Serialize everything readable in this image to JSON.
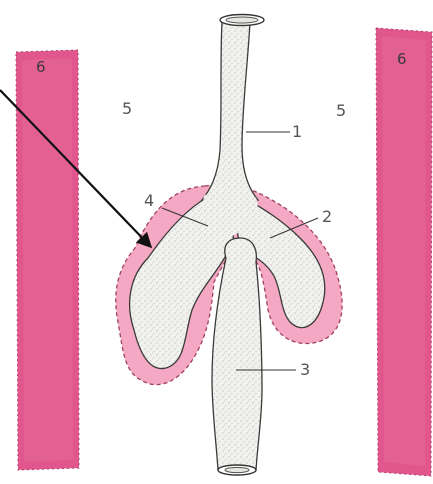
{
  "labels": {
    "tube_1": "1",
    "branch_2": "2",
    "tube_3": "3",
    "branch_4": "4",
    "region_left": "5",
    "region_right": "5",
    "band_left": "6",
    "band_right": "6"
  },
  "colors": {
    "band": "#e0568d",
    "halo": "#f5a8c3",
    "halo_outline": "#a0405f",
    "tube_fill": "#f1f1ee",
    "tube_stroke": "#3a3a3a",
    "arrow": "#111111"
  }
}
